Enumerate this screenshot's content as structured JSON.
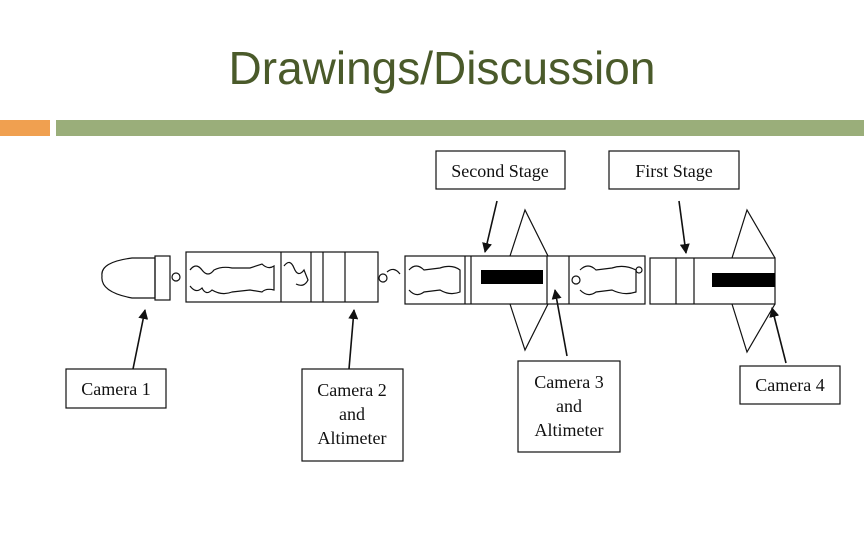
{
  "slide": {
    "title": "Drawings/Discussion"
  },
  "colors": {
    "title": "#4a5a2a",
    "accent_orange": "#f0a050",
    "accent_green": "#9aae7a",
    "ink": "#111111"
  },
  "diagram": {
    "labels": {
      "second_stage": "Second Stage",
      "first_stage": "First Stage",
      "camera_1": "Camera 1",
      "camera_2_line1": "Camera 2",
      "camera_2_line2": "and",
      "camera_2_line3": "Altimeter",
      "camera_3_line1": "Camera 3",
      "camera_3_line2": "and",
      "camera_3_line3": "Altimeter",
      "camera_4": "Camera 4"
    }
  }
}
